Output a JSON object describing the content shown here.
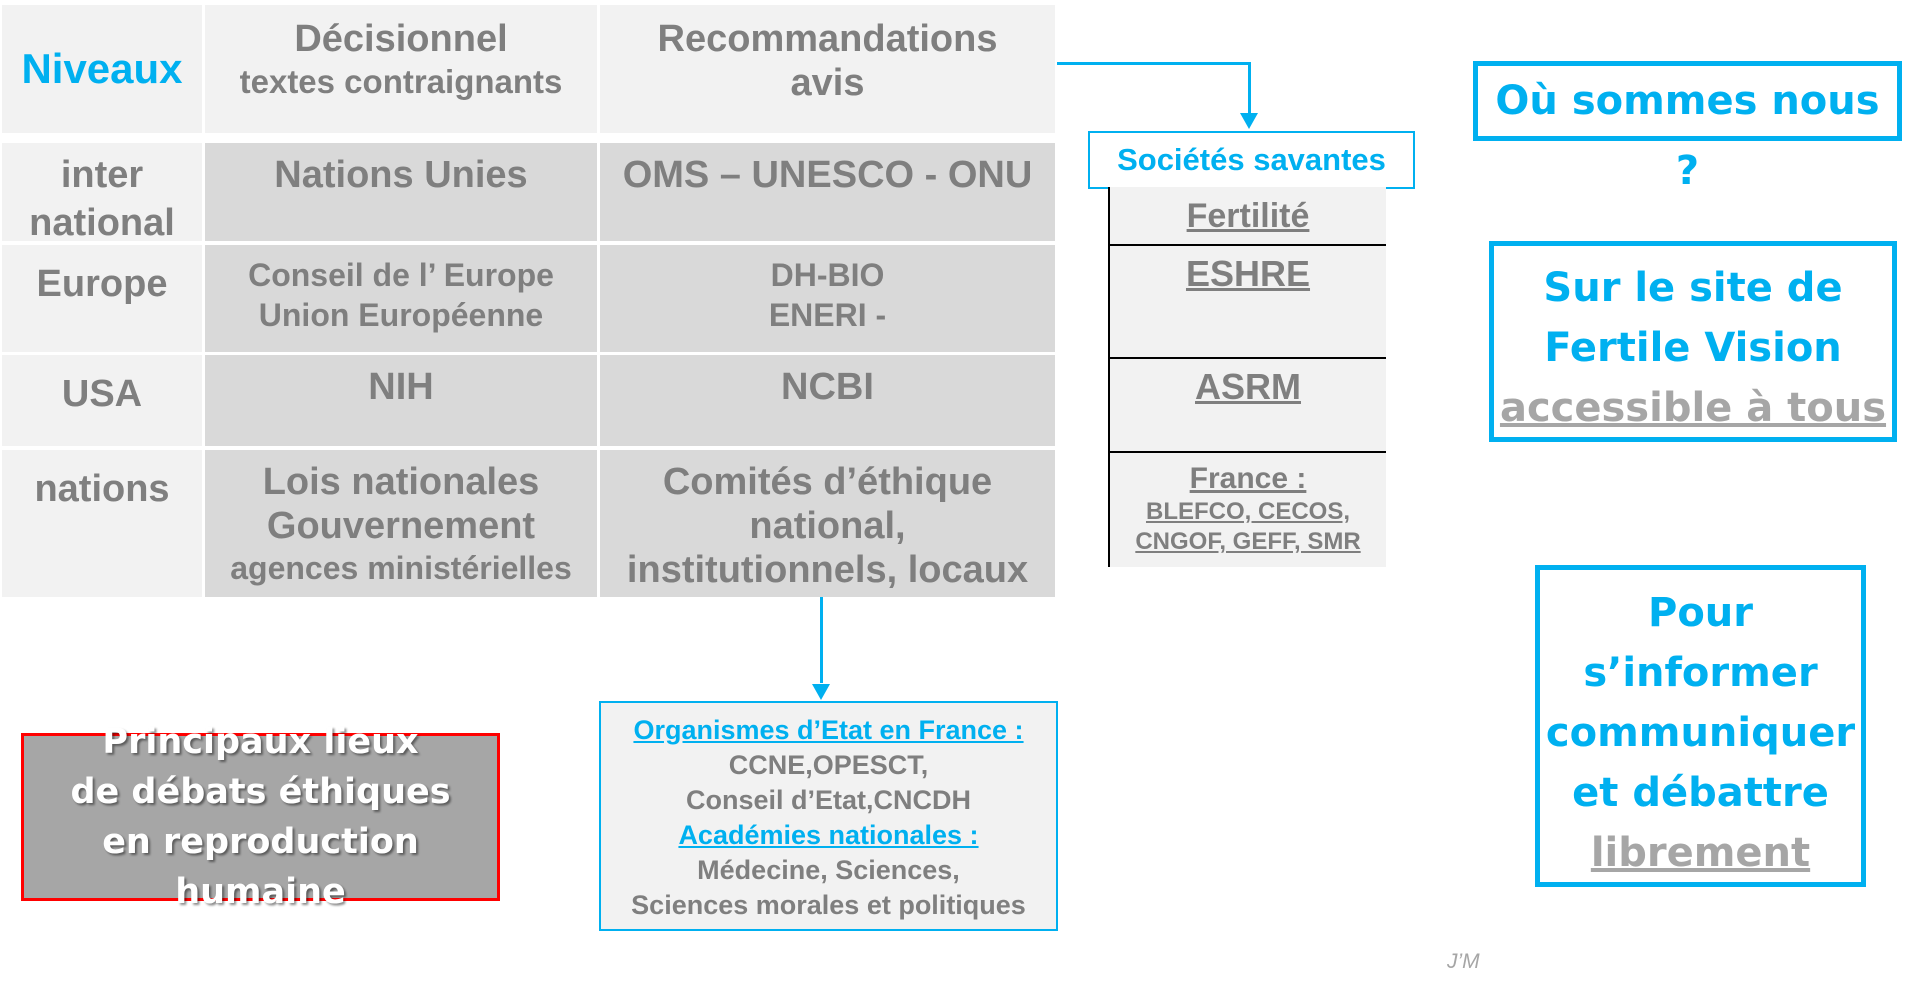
{
  "table": {
    "header": {
      "niveaux": "Niveaux",
      "decisionnel_1": "Décisionnel",
      "decisionnel_2": "textes contraignants",
      "recommandations_1": "Recommandations",
      "recommandations_2": "avis"
    },
    "rows": [
      {
        "level_1": "inter",
        "level_2": "national",
        "decision": [
          "Nations Unies"
        ],
        "recommendation": [
          "OMS – UNESCO - ONU"
        ]
      },
      {
        "level_1": "Europe",
        "level_2": "",
        "decision": [
          "Conseil de l’ Europe",
          "Union Européenne"
        ],
        "recommendation": [
          "DH-BIO",
          "ENERI -"
        ]
      },
      {
        "level_1": "USA",
        "level_2": "",
        "decision": [
          "NIH"
        ],
        "recommendation": [
          "NCBI"
        ]
      },
      {
        "level_1": "nations",
        "level_2": "",
        "decision": [
          "Lois nationales",
          "Gouvernement",
          "agences ministérielles"
        ],
        "recommendation": [
          "Comités d’éthique",
          "national,",
          "institutionnels, locaux"
        ]
      }
    ]
  },
  "societes": {
    "title": "Sociétés savantes",
    "items": [
      "Fertilité",
      "ESHRE",
      "ASRM"
    ],
    "france_title": "France :",
    "france_line_1": "BLEFCO, CECOS,",
    "france_line_2": "CNGOF, GEFF, SMR"
  },
  "right_boxes": {
    "ou_sommes": "Où sommes nous ?",
    "site_1": "Sur le site de",
    "site_2": "Fertile Vision",
    "site_3": "accessible à tous",
    "pour_1": "Pour",
    "pour_2": "s’informer",
    "pour_3": "communiquer",
    "pour_4": "et débattre",
    "pour_5": "librement"
  },
  "red_box": {
    "line_1": "Principaux lieux",
    "line_2": "de débats éthiques",
    "line_3": "en reproduction humaine"
  },
  "organismes": {
    "title": "Organismes d’Etat en France :",
    "line_1": "CCNE,OPESCT,",
    "line_2": "Conseil d’Etat,CNCDH",
    "academies_title": "Académies nationales :",
    "line_3": "Médecine, Sciences,",
    "line_4": "Sciences morales et politiques"
  },
  "signature": "J’M",
  "colors": {
    "accent_blue": "#00b0f0",
    "text_grey": "#7f7f7f",
    "cell_light": "#f2f2f2",
    "cell_dark": "#d9d9d9",
    "red_border": "#ff0000"
  }
}
